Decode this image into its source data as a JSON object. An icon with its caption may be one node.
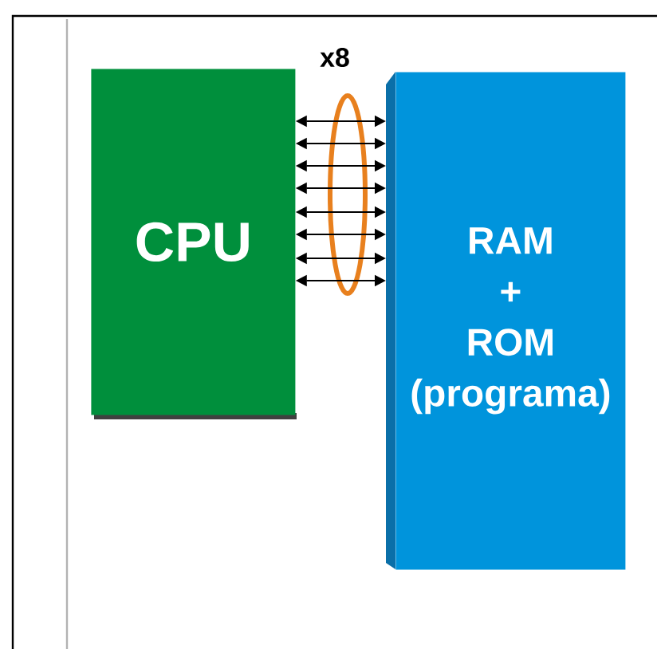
{
  "diagram": {
    "nodes": [
      {
        "text": [
          "CPU"
        ]
      },
      {
        "text": [
          "RAM + ROM (programa)"
        ]
      }
    ],
    "edges": [
      {
        "from": 0,
        "to": 1,
        "arrow": "both"
      },
      {
        "from": 0,
        "to": 1,
        "arrow": "both"
      },
      {
        "from": 0,
        "to": 1,
        "arrow": "both"
      },
      {
        "from": 0,
        "to": 1,
        "arrow": "both"
      },
      {
        "from": 0,
        "to": 1,
        "arrow": "both"
      },
      {
        "from": 0,
        "to": 1,
        "arrow": "both"
      },
      {
        "from": 0,
        "to": 1,
        "arrow": "both"
      },
      {
        "from": 0,
        "to": 1,
        "arrow": "both"
      }
    ],
    "labels": [
      "x8"
    ]
  }
}
